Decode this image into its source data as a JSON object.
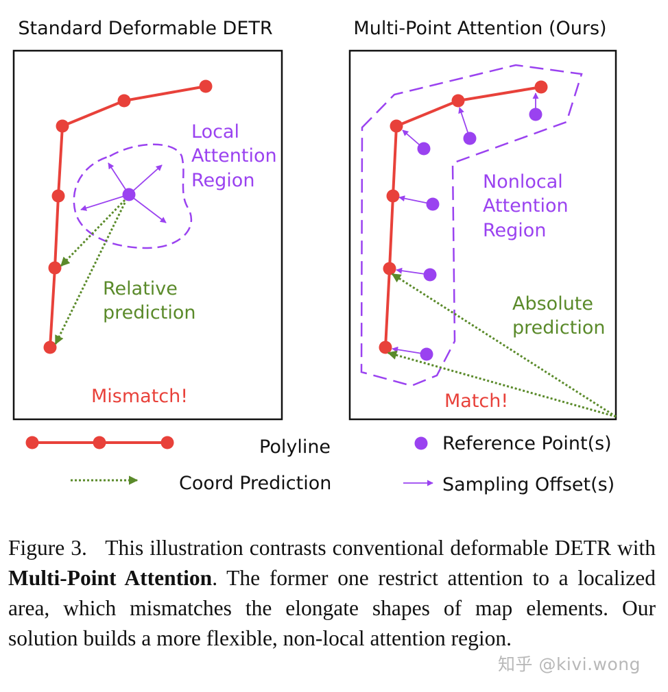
{
  "figure": {
    "left_panel_title": "Standard Deformable DETR",
    "right_panel_title": "Multi-Point Attention (Ours)",
    "left_region_label": [
      "Local",
      "Attention",
      "Region"
    ],
    "left_prediction_label": [
      "Relative",
      "prediction"
    ],
    "left_result_label": "Mismatch!",
    "right_region_label": [
      "Nonlocal",
      "Attention",
      "Region"
    ],
    "right_prediction_label": [
      "Absolute",
      "prediction"
    ],
    "right_result_label": "Match!",
    "legend": {
      "polyline": "Polyline",
      "coord_prediction": "Coord Prediction",
      "reference_points": "Reference Point(s)",
      "sampling_offsets": "Sampling Offset(s)"
    },
    "colors": {
      "polyline": "#e8413a",
      "attention": "#9a42f0",
      "prediction": "#5a8a2a",
      "frame": "#111111"
    }
  },
  "caption": {
    "prefix": "Figure 3.",
    "text_before_bold": "This illustration contrasts conventional deformable DETR with ",
    "bold": "Multi-Point Attention",
    "text_after_bold": ". The former one restrict attention to a localized area, which mismatches the elongate shapes of map elements. Our solution builds a more flexible, non-local attention region."
  },
  "watermark": "知乎 @kivi.wong"
}
